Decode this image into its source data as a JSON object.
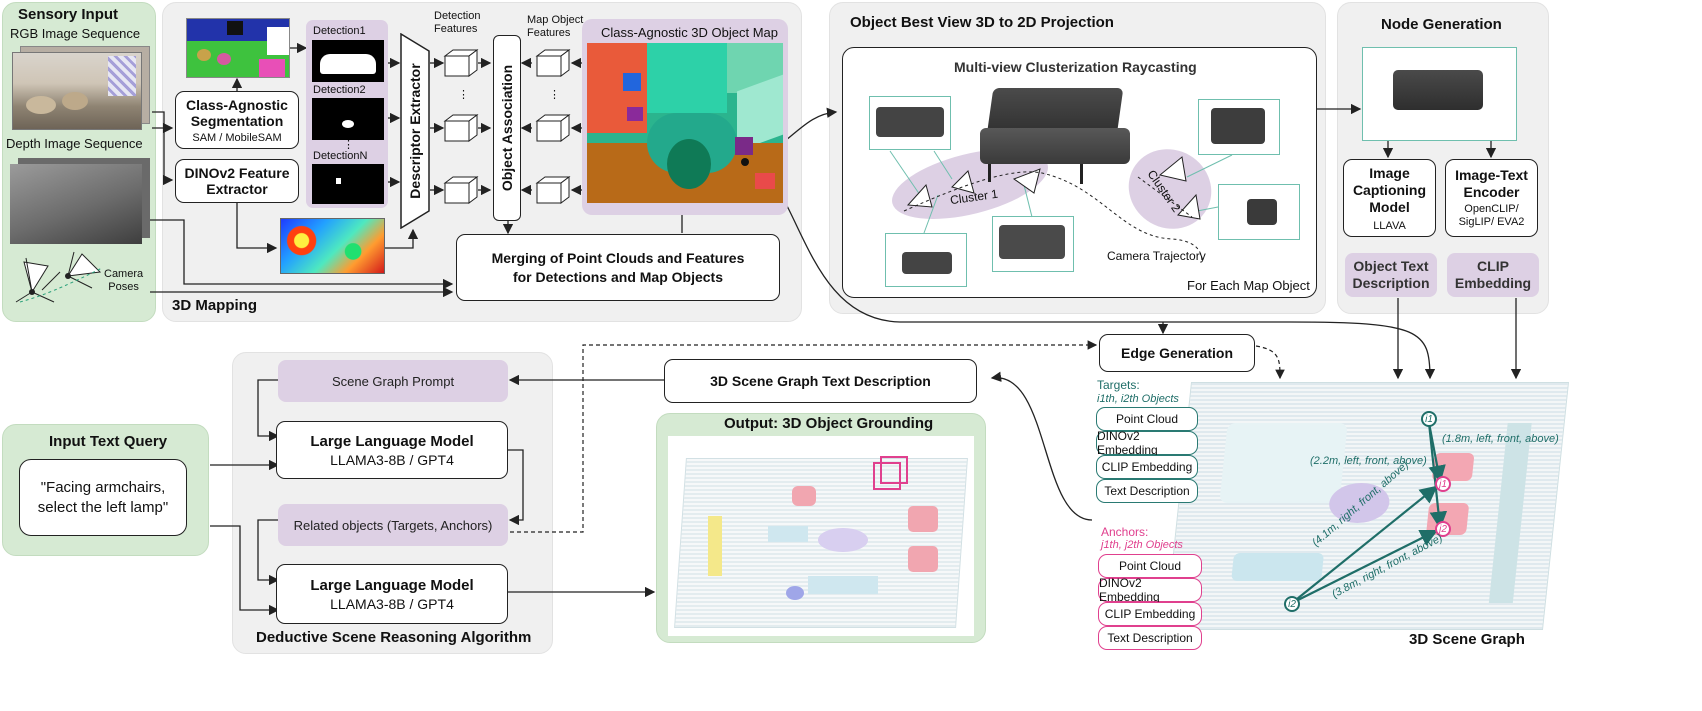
{
  "sensory": {
    "title": "Sensory Input",
    "rgb_label": "RGB Image Sequence",
    "depth_label": "Depth Image Sequence",
    "camera_label": "Camera\nPoses"
  },
  "mapping": {
    "title": "3D Mapping",
    "seg_title": "Class-Agnostic Segmentation",
    "seg_sub": "SAM / MobileSAM",
    "dino_title": "DINOv2 Feature Extractor",
    "detections": [
      "Detection1",
      "Detection2",
      "DetectionN"
    ],
    "dots": "⋮",
    "descriptor": "Descriptor Extractor",
    "det_features": "Detection\nFeatures",
    "association": "Object Association",
    "map_features": "Map Object\nFeatures",
    "map_title": "Class-Agnostic 3D Object Map",
    "merge": "Merging of Point Clouds and Features\nfor Detections and Map Objects"
  },
  "projection": {
    "title": "Object Best View 3D to 2D Projection",
    "inner_title": "Multi-view Clusterization Raycasting",
    "cluster1": "Cluster 1",
    "cluster2": "Cluster 2",
    "trajectory": "Camera Trajectory",
    "footer": "For Each Map Object"
  },
  "node": {
    "title": "Node Generation",
    "caption_model": "Image Captioning Model",
    "caption_sub": "LLAVA",
    "encoder": "Image-Text Encoder",
    "encoder_sub": "OpenCLIP/ SigLIP/ EVA2",
    "obj_text": "Object Text Description",
    "clip_emb": "CLIP Embedding"
  },
  "edge": {
    "label": "Edge Generation"
  },
  "scene_graph": {
    "title": "3D Scene Graph",
    "targets_label": "Targets:",
    "targets_sub": "i1th, i2th Objects",
    "anchors_label": "Anchors:",
    "anchors_sub": "j1th, j2th Objects",
    "items": [
      "Point Cloud",
      "DINOv2 Embedding",
      "CLIP Embedding",
      "Text Description"
    ],
    "nodes": [
      "i1",
      "j1",
      "j2",
      "i2"
    ],
    "edge_labels": [
      "(1.8m, left, front, above)",
      "(2.2m, left, front, above)",
      "(4.1m, right, front, above)",
      "(3.8m, right, front, above)"
    ]
  },
  "text_desc": {
    "label": "3D Scene Graph Text Description"
  },
  "reasoning": {
    "title": "Deductive Scene Reasoning Algorithm",
    "prompt": "Scene Graph Prompt",
    "llm_title": "Large Language Model",
    "llm_sub": "LLAMA3-8B / GPT4",
    "related": "Related objects (Targets, Anchors)"
  },
  "query": {
    "title": "Input Text Query",
    "text": "\"Facing armchairs,\nselect the left lamp\""
  },
  "output": {
    "title": "Output: 3D Object Grounding"
  },
  "colors": {
    "panel_grey": "#f0f0f0",
    "panel_green": "#d6ead3",
    "purple": "#ddd0e4",
    "teal": "#1f6e68",
    "pink": "#e0408e"
  }
}
